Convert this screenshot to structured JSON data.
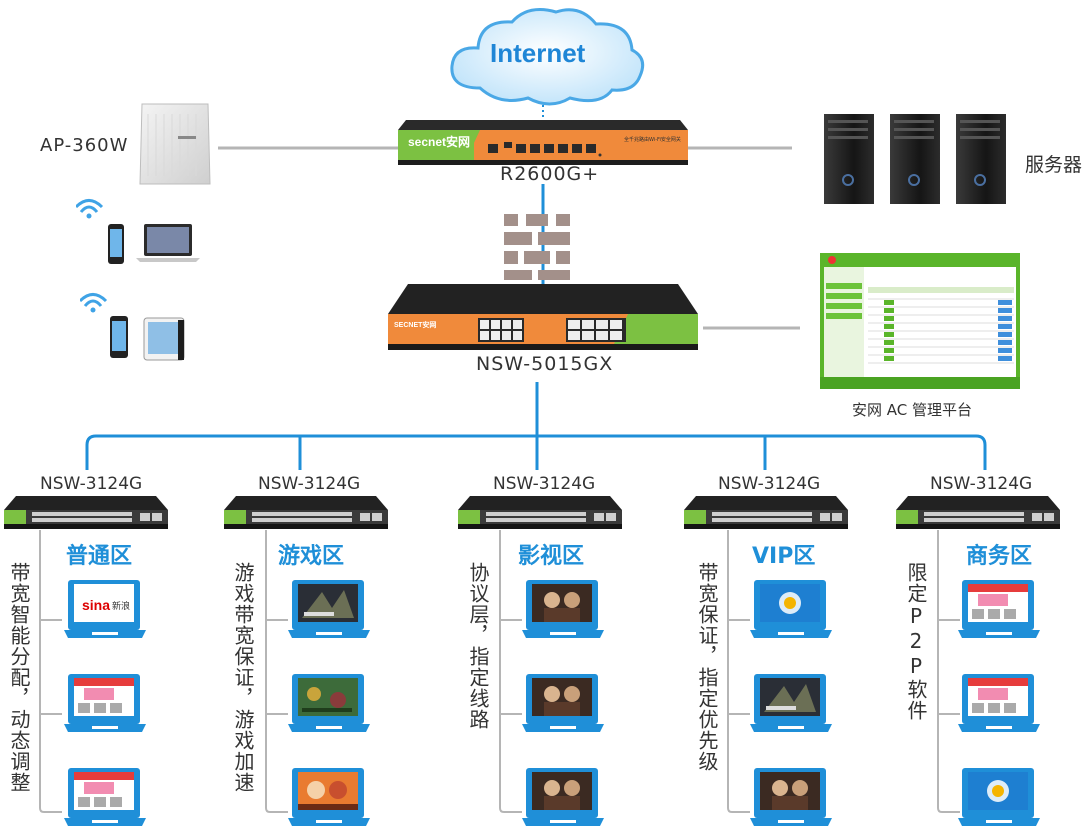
{
  "internet": {
    "label": "Internet"
  },
  "router": {
    "model": "R2600G+",
    "brand": "secnet安网",
    "panel_text": "全千兆路由Wi-Fi安全网关"
  },
  "ap": {
    "model": "AP-360W"
  },
  "servers": {
    "label": "服务器"
  },
  "core_switch": {
    "model": "NSW-5015GX",
    "brand": "SECNET安网"
  },
  "ac_platform": {
    "caption": "安网 AC 管理平台"
  },
  "zones": [
    {
      "switch": "NSW-3124G",
      "title": "普通区",
      "desc": "带宽智能分配，动态调整"
    },
    {
      "switch": "NSW-3124G",
      "title": "游戏区",
      "desc": "游戏带宽保证，游戏加速"
    },
    {
      "switch": "NSW-3124G",
      "title": "影视区",
      "desc": "协议层，指定线路"
    },
    {
      "switch": "NSW-3124G",
      "title": "VIP区",
      "desc": "带宽保证，指定优先级"
    },
    {
      "switch": "NSW-3124G",
      "title": "商务区",
      "desc": "限定P2P软件"
    }
  ],
  "screens": {
    "zone1": [
      "sina-news-screen",
      "web-portal-screen",
      "web-portal-screen"
    ],
    "zone2": [
      "cross-fire-game-screen",
      "moba-game-screen",
      "anime-game-screen"
    ],
    "zone3": [
      "movie-poster-screen",
      "movie-poster-screen",
      "movie-poster-screen"
    ],
    "zone4": [
      "qq-desktop-screen",
      "cross-fire-game-screen",
      "movie-poster-screen"
    ],
    "zone5": [
      "web-portal-screen",
      "web-portal-screen",
      "qq-desktop-screen"
    ]
  },
  "colors": {
    "link_blue": "#1f8fd8",
    "link_gray": "#b0b0b0",
    "switch_orange": "#f0883a",
    "switch_green": "#7cc142",
    "firewall": "#a08a84"
  }
}
